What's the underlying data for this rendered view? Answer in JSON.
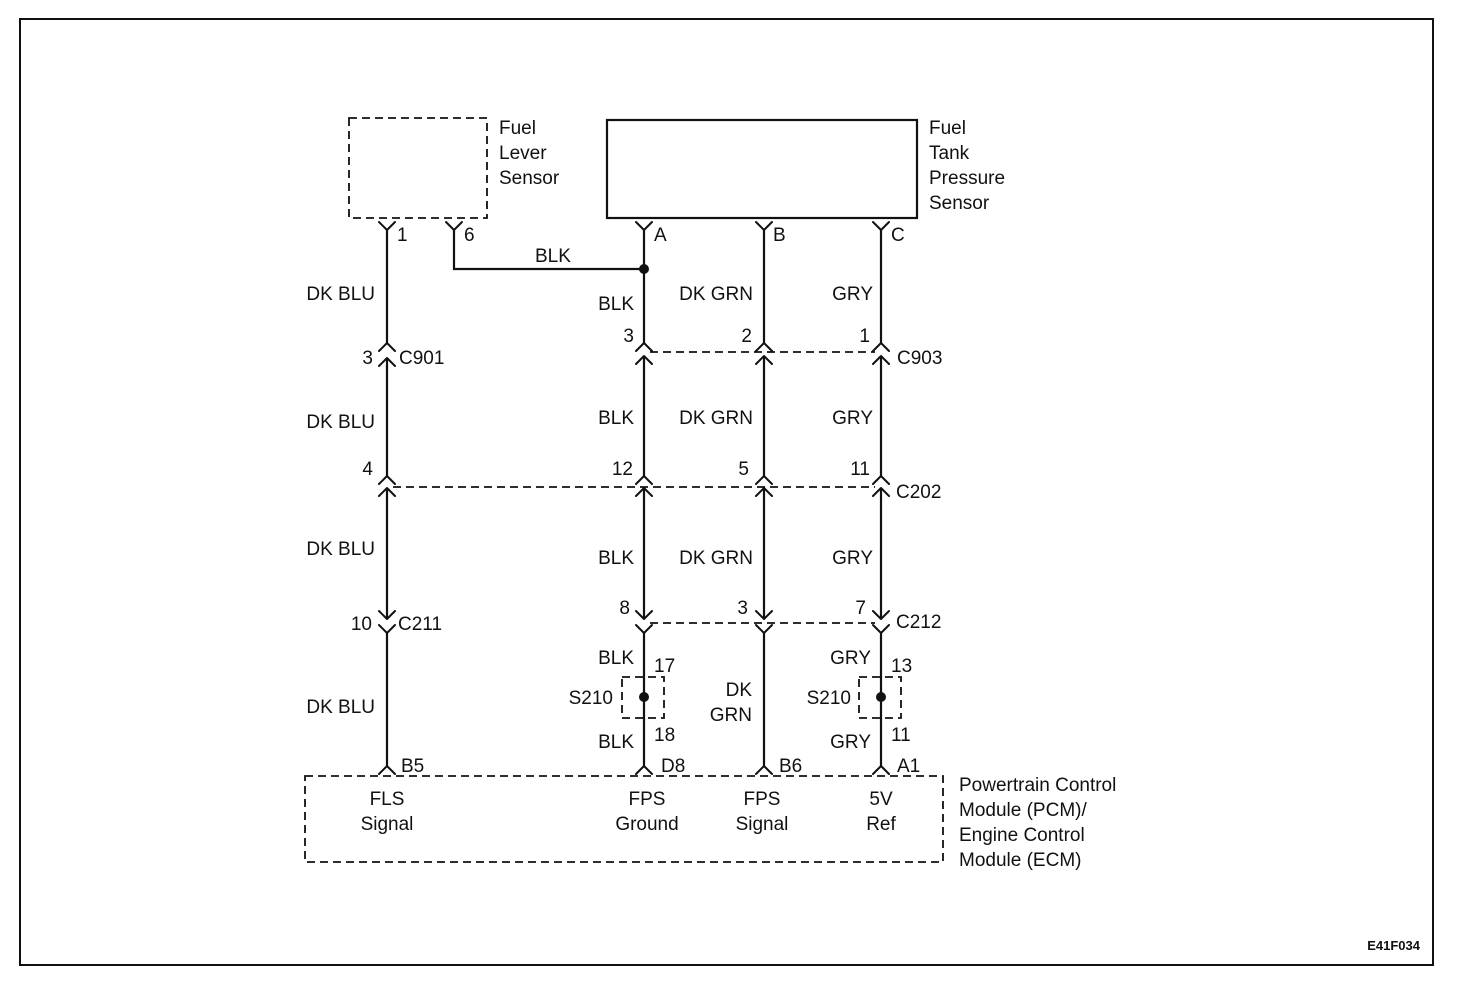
{
  "components": {
    "fuel_level_sensor": {
      "name_lines": [
        "Fuel",
        "Lever",
        "Sensor"
      ],
      "pins": [
        "1",
        "6"
      ]
    },
    "fuel_tank_pressure_sensor": {
      "name_lines": [
        "Fuel",
        "Tank",
        "Pressure",
        "Sensor"
      ],
      "pins": [
        "A",
        "B",
        "C"
      ]
    },
    "pcm": {
      "name_lines": [
        "Powertrain Control",
        "Module (PCM)/",
        "Engine  Control",
        "Module (ECM)"
      ],
      "pins": [
        "B5",
        "D8",
        "B6",
        "A1"
      ],
      "terminals": [
        {
          "line1": "FLS",
          "line2": "Signal"
        },
        {
          "line1": "FPS",
          "line2": "Ground"
        },
        {
          "line1": "FPS",
          "line2": "Signal"
        },
        {
          "line1": "5V",
          "line2": "Ref"
        }
      ]
    }
  },
  "connectors": {
    "c901": {
      "name": "C901",
      "pins": [
        "3"
      ]
    },
    "c903": {
      "name": "C903",
      "pins": [
        "3",
        "2",
        "1"
      ]
    },
    "c202": {
      "name": "C202",
      "pins": [
        "4",
        "12",
        "5",
        "11"
      ]
    },
    "c211": {
      "name": "C211",
      "pins": [
        "10"
      ]
    },
    "c212": {
      "name": "C212",
      "pins": [
        "8",
        "3",
        "7"
      ]
    }
  },
  "splices": [
    {
      "name": "S210",
      "top_pin": "17",
      "bottom_pin": "18"
    },
    {
      "name": "S210",
      "top_pin": "13",
      "bottom_pin": "11"
    }
  ],
  "wires": {
    "jumper": "BLK",
    "col1": [
      "DK BLU",
      "DK BLU",
      "DK BLU",
      "DK BLU"
    ],
    "col2": [
      "BLK",
      "BLK",
      "BLK",
      "BLK",
      "BLK"
    ],
    "col3": [
      "DK GRN",
      "DK GRN",
      "DK GRN"
    ],
    "col3_last": [
      "DK",
      "GRN"
    ],
    "col4": [
      "GRY",
      "GRY",
      "GRY",
      "GRY",
      "GRY"
    ]
  },
  "figure_id": "E41F034"
}
